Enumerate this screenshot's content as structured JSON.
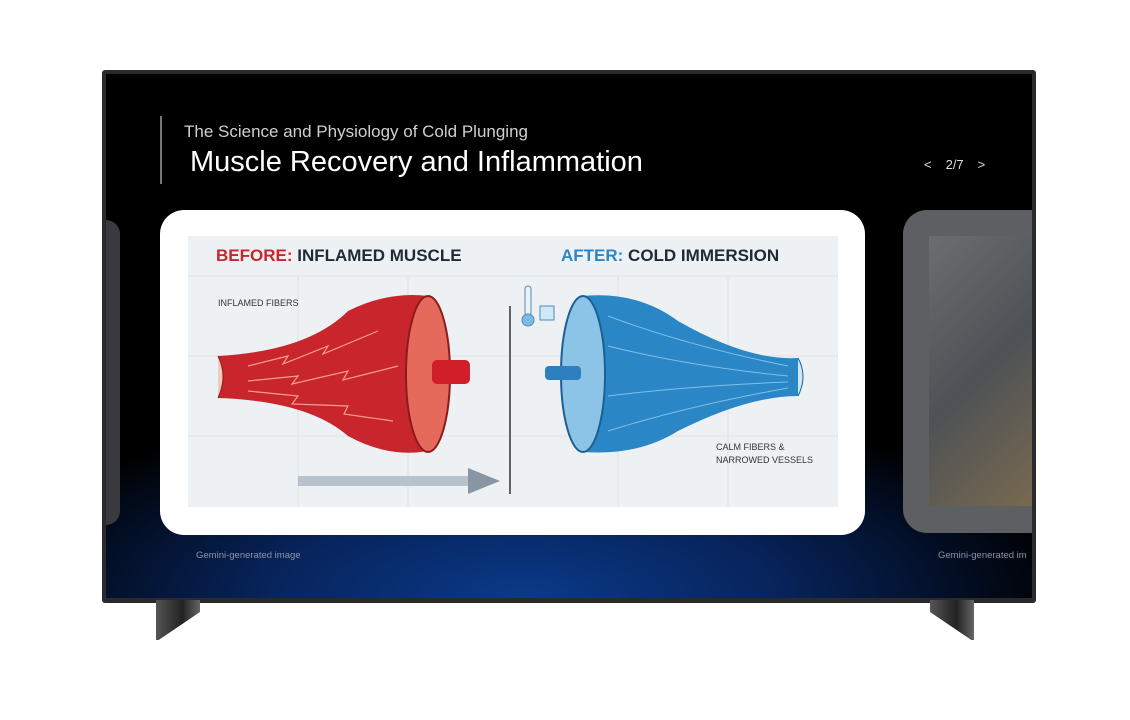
{
  "slide": {
    "subtitle": "The Science and Physiology of Cold Plunging",
    "title": "Muscle Recovery and Inflammation",
    "pager": {
      "prev": "<",
      "current": "2/7",
      "next": ">"
    },
    "caption": "Gemini-generated image",
    "next_caption": "Gemini-generated im"
  },
  "illustration": {
    "before_prefix": "BEFORE:",
    "before_rest": " INFLAMED MUSCLE",
    "after_prefix": "AFTER:",
    "after_rest": " COLD IMMERSION",
    "label_left": "INFLAMED FIBERS",
    "label_right_1": "CALM FIBERS &",
    "label_right_2": "NARROWED VESSELS",
    "colors": {
      "red": "#c8262c",
      "blue": "#2b86c5",
      "dark": "#1f2a36"
    }
  }
}
